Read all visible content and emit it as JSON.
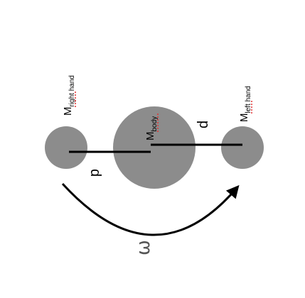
{
  "colors": {
    "mass_fill": "#8c8c8c",
    "line": "#000000",
    "spell_underline": "#e03030",
    "omega": "#555555"
  },
  "labels": {
    "right_hand": {
      "base": "M",
      "sub": "right hand"
    },
    "body": {
      "base": "M",
      "sub": "body"
    },
    "left_hand": {
      "base": "M",
      "sub": "left hand"
    },
    "distance_left": "d",
    "distance_right": "d",
    "angular_velocity": "ω"
  },
  "arrow": {
    "direction": "clockwise"
  }
}
